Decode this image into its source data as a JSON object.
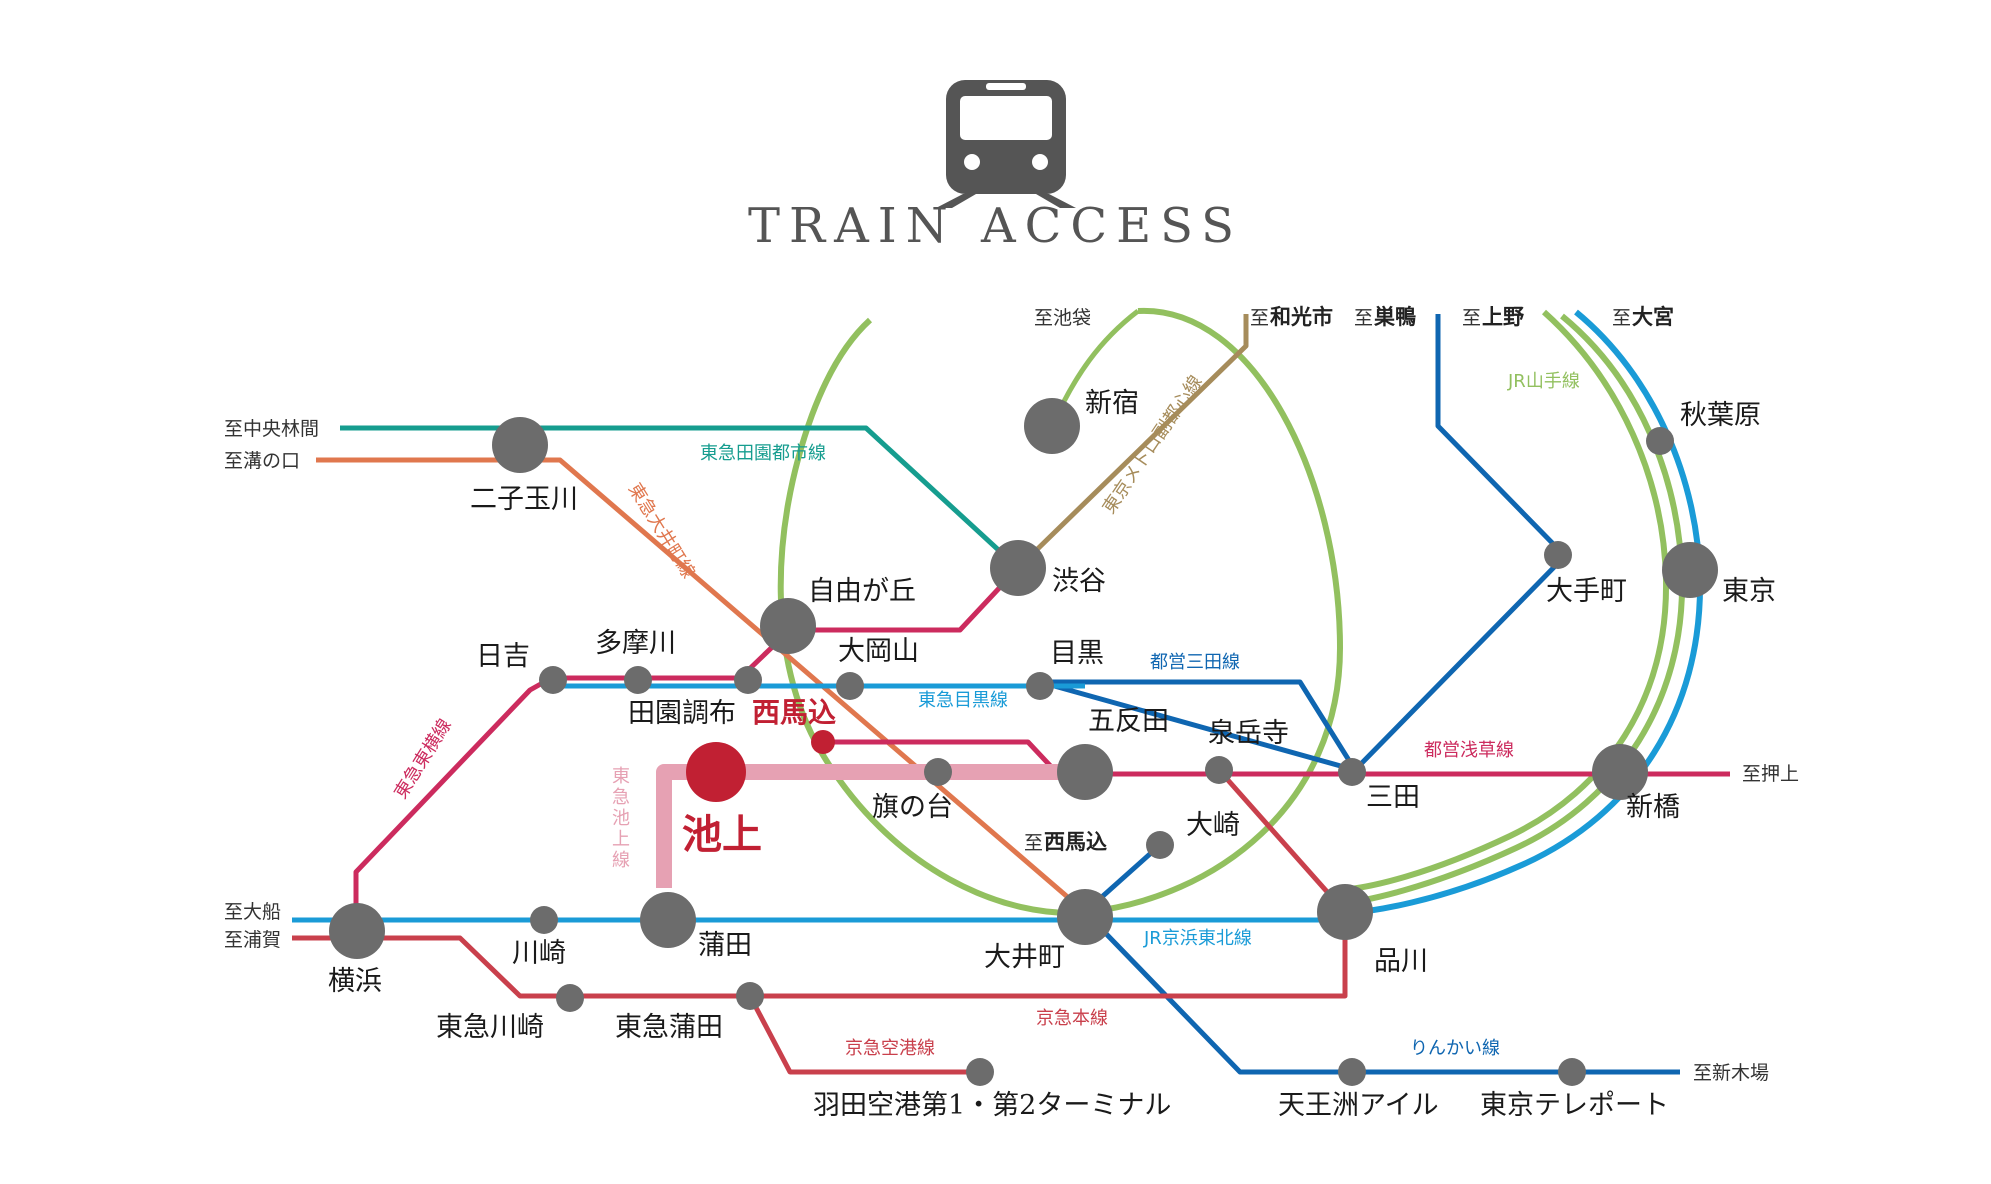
{
  "title": "TRAIN ACCESS",
  "icon": "train-icon",
  "colors": {
    "den_en_toshi": "#169d8f",
    "oimachi": "#e0774e",
    "toyoko": "#cc2b5e",
    "meguro": "#1a9bd7",
    "ikegami": "#e6a1b3",
    "fukutoshin": "#a68c5b",
    "yamanote": "#92c05f",
    "keihin_tohoku": "#1a9bd7",
    "mita": "#0f66b1",
    "asakusa": "#cc2b5e",
    "keikyu": "#c9404c",
    "rinkai": "#0f66b1",
    "node": "#6c6c6c",
    "highlight": "#c12033"
  },
  "stations": {
    "ikegami": "池上",
    "nishimagome": "西馬込",
    "futako_tamagawa": "二子玉川",
    "jiyugaoka": "自由が丘",
    "shibuya": "渋谷",
    "shinjuku": "新宿",
    "ookayama": "大岡山",
    "meguro": "目黒",
    "hiyoshi": "日吉",
    "tamagawa": "多摩川",
    "denenchofu": "田園調布",
    "hatanodai": "旗の台",
    "gotanda": "五反田",
    "sengakuji": "泉岳寺",
    "mita": "三田",
    "shinbashi": "新橋",
    "osaki": "大崎",
    "shinagawa": "品川",
    "tokyo": "東京",
    "akihabara": "秋葉原",
    "otemachi": "大手町",
    "oimachi": "大井町",
    "kamata": "蒲田",
    "kawasaki": "川崎",
    "yokohama": "横浜",
    "keikyu_kawasaki": "東急川崎",
    "keikyu_kamata": "東急蒲田",
    "haneda": "羽田空港第1・第2ターミナル",
    "tennozu": "天王洲アイル",
    "tokyo_teleport": "東京テレポート"
  },
  "directions": {
    "ikebukuro": "至池袋",
    "wakoshi_pre": "至",
    "wakoshi": "和光市",
    "sugamo_pre": "至",
    "sugamo": "巣鴨",
    "ueno_pre": "至",
    "ueno": "上野",
    "omiya_pre": "至",
    "omiya": "大宮",
    "chuorinkan": "至中央林間",
    "mizonokuchi": "至溝の口",
    "oshiage": "至押上",
    "nishimagome_pre": "至",
    "nishimagome": "西馬込",
    "ofuna": "至大船",
    "uraga": "至浦賀",
    "shinkiba": "至新木場"
  },
  "lines": {
    "den_en_toshi": "東急田園都市線",
    "oimachi": "東急大井町線",
    "fukutoshin": "東京メトロ副都心線",
    "yamanote": "JR山手線",
    "toyoko": "東急東横線",
    "mita": "都営三田線",
    "meguro": "東急目黒線",
    "asakusa": "都営浅草線",
    "ikegami": "東急池上線",
    "keihin_tohoku": "JR京浜東北線",
    "keikyu_main": "京急本線",
    "keikyu_airport": "京急空港線",
    "rinkai": "りんかい線"
  }
}
